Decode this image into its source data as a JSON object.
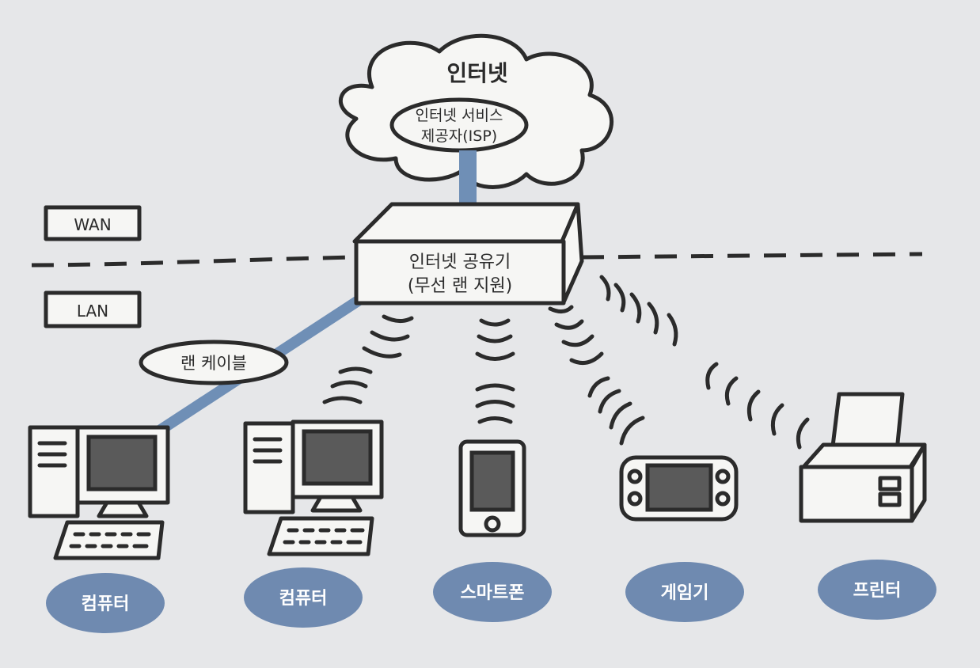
{
  "internet": {
    "title": "인터넷",
    "isp_line1": "인터넷 서비스",
    "isp_line2": "제공자(ISP)"
  },
  "zones": {
    "wan": "WAN",
    "lan": "LAN"
  },
  "router": {
    "line1": "인터넷 공유기",
    "line2": "(무선 랜 지원)"
  },
  "cable_label": "랜 케이블",
  "devices": [
    {
      "label": "컴퓨터"
    },
    {
      "label": "컴퓨터"
    },
    {
      "label": "스마트폰"
    },
    {
      "label": "게임기"
    },
    {
      "label": "프린터"
    }
  ],
  "colors": {
    "accent": "#6f8ab0",
    "cable": "#6f8fb6",
    "ink": "#2b2b2b",
    "background": "#e6e7e9"
  }
}
